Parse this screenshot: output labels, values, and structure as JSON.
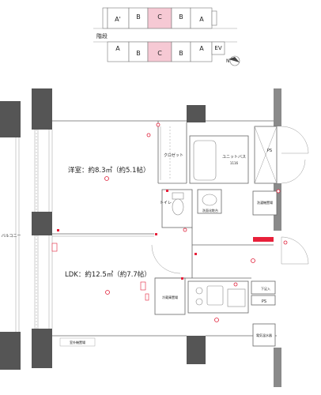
{
  "key_plan": {
    "top_row": [
      "A'",
      "B",
      "C",
      "B",
      "A"
    ],
    "bottom_row": [
      "A",
      "B",
      "C",
      "B",
      "A",
      "EV"
    ],
    "stair_label": "階段",
    "north_label": "N",
    "highlight_color": "#f6c9d4"
  },
  "rooms": {
    "western_room": "洋室：約8.3㎡（約5.1帖）",
    "ldk": "LDK：約12.5㎡（約7.7帖）",
    "closet": "クロゼット",
    "unit_bath": "ユニットバス",
    "unit_bath_size": "1116",
    "toilet": "トイレ",
    "washroom": "洗面化粧台",
    "laundry": "洗濯機置場",
    "fridge": "冷蔵庫置場",
    "balcony": "バルコニー",
    "ps_1": "PS",
    "ps_2": "PS",
    "shoe_box": "下足入",
    "water_heater": "電気温水器",
    "outdoor_unit": "室外機置場"
  },
  "colors": {
    "wall": "#555555",
    "accent": "#e8203a"
  }
}
